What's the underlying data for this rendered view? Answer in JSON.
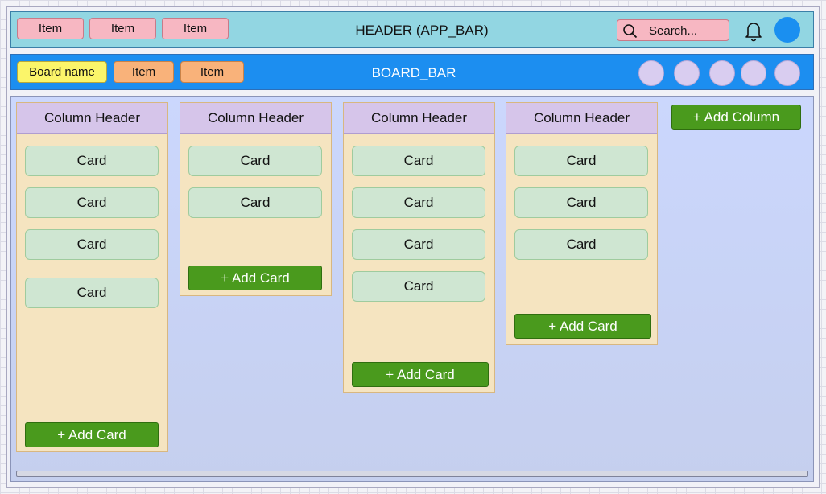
{
  "header": {
    "title": "HEADER (APP_BAR)",
    "nav_items": [
      "Item",
      "Item",
      "Item"
    ],
    "search_placeholder": "Search...",
    "colors": {
      "background": "#92d6e2",
      "nav_item": "#f7b7c2",
      "avatar": "#1a8ff0"
    }
  },
  "board_bar": {
    "title": "BOARD_BAR",
    "board_name": "Board name",
    "items": [
      "Item",
      "Item"
    ],
    "member_count": 5,
    "colors": {
      "background": "#1c8ef0",
      "board_name": "#fbf56a",
      "item": "#f9b27a"
    }
  },
  "columns": [
    {
      "header": "Column Header",
      "cards": [
        "Card",
        "Card",
        "Card",
        "Card"
      ],
      "add_card_label": "+ Add Card"
    },
    {
      "header": "Column Header",
      "cards": [
        "Card",
        "Card"
      ],
      "add_card_label": "+ Add Card"
    },
    {
      "header": "Column Header",
      "cards": [
        "Card",
        "Card",
        "Card",
        "Card"
      ],
      "add_card_label": "+ Add Card"
    },
    {
      "header": "Column Header",
      "cards": [
        "Card",
        "Card",
        "Card"
      ],
      "add_card_label": "+ Add Card"
    }
  ],
  "add_column_label": "+ Add Column",
  "colors": {
    "column": "#f5e4c0",
    "column_header": "#d6c5ea",
    "card": "#cfe6d2",
    "add_button": "#4a9a1d",
    "board": "#cbd7fd"
  }
}
